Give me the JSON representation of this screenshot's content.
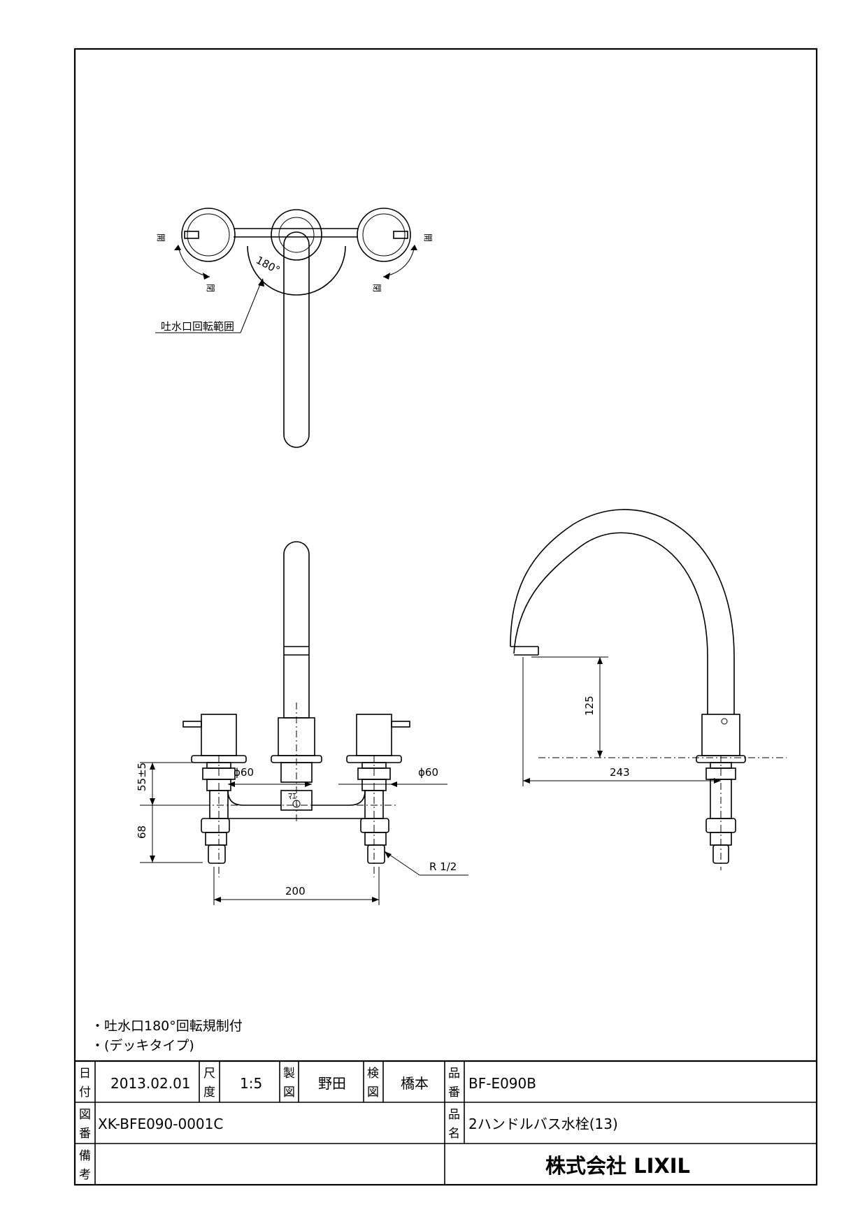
{
  "views": {
    "top": {
      "open_left": "開",
      "open_right": "開",
      "close_left": "閉",
      "close_right": "閉",
      "angle": "180°",
      "callout": "吐水口回転範囲"
    },
    "front": {
      "dim_55": "55±5",
      "dim_68": "68",
      "dim_d60_left": "ϕ60",
      "dim_d60_right": "ϕ60",
      "dim_200": "200",
      "thread": "R 1/2",
      "stamp": "ﾏｴ"
    },
    "side": {
      "dim_125": "125",
      "dim_243": "243"
    }
  },
  "notes": [
    "・吐水口180°回転規制付",
    "・(デッキタイプ)"
  ],
  "title_block": {
    "date_label": [
      "日",
      "付"
    ],
    "date": "2013.02.01",
    "scale_label": [
      "尺",
      "度"
    ],
    "scale": "1:5",
    "drawn_label": [
      "製",
      "図"
    ],
    "drawn_by": "野田",
    "checked_label": [
      "検",
      "図"
    ],
    "checked_by": "橋本",
    "part_no_label": [
      "品",
      "番"
    ],
    "part_no": "BF-E090B",
    "drawing_no_label": [
      "図",
      "番"
    ],
    "drawing_no": "XK-BFE090-0001C",
    "product_name_label": [
      "品",
      "名"
    ],
    "product_name": "2ハンドルバス水栓(13)",
    "remarks_label": [
      "備",
      "考"
    ],
    "remarks": "",
    "company": "株式会社 LIXIL"
  }
}
